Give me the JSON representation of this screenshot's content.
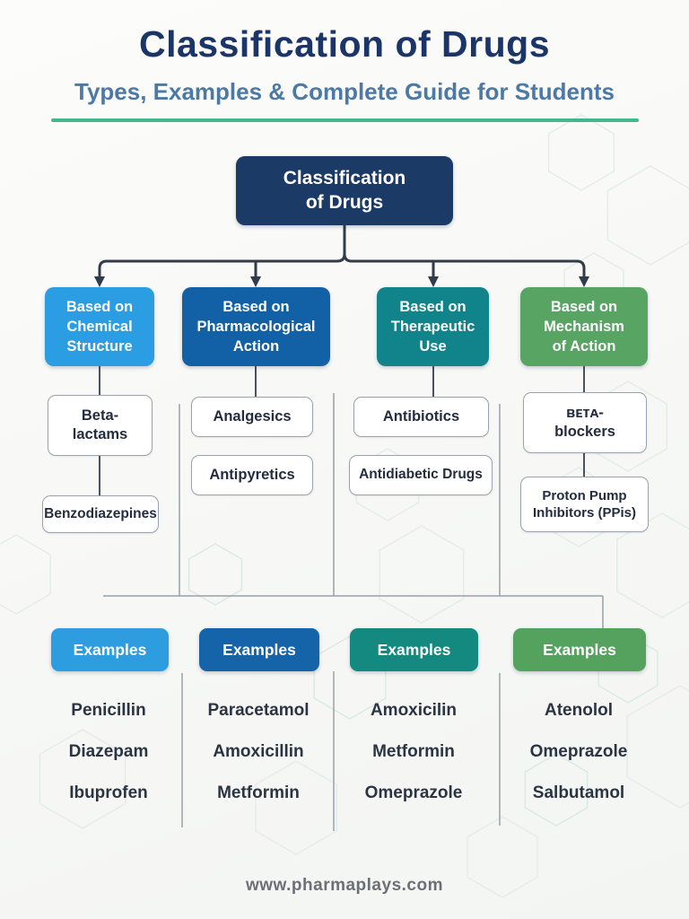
{
  "header": {
    "title": "Classification of Drugs",
    "subtitle": "Types, Examples & Complete Guide for Students",
    "underline_color": "#43b890"
  },
  "flowchart": {
    "connector_color": "#303c4a",
    "divider_color": "#9aa0a8",
    "root": {
      "label": "Classification\nof Drugs",
      "color": "#1b3a66"
    },
    "branches": [
      {
        "label": "Based on\nChemical\nStructure",
        "color": "#2b9de2",
        "children": [
          "Beta-\nlactams",
          "Benzodiazepines"
        ],
        "examples_label": "Examples",
        "examples_color": "#2d9de0",
        "examples": [
          "Penicillin",
          "Diazepam",
          "Ibuprofen"
        ]
      },
      {
        "label": "Based on\nPharmacological\nAction",
        "color": "#1261a6",
        "children": [
          "Analgesics",
          "Antipyretics"
        ],
        "examples_label": "Examples",
        "examples_color": "#1563a8",
        "examples": [
          "Paracetamol",
          "Amoxicillin",
          "Metformin"
        ]
      },
      {
        "label": "Based on\nTherapeutic\nUse",
        "color": "#11838a",
        "children": [
          "Antibiotics",
          "Antidiabetic Drugs"
        ],
        "examples_label": "Examples",
        "examples_color": "#13897f",
        "examples": [
          "Amoxicilin",
          "Metformin",
          "Omeprazole"
        ]
      },
      {
        "label": "Based on\nMechanism\nof Action",
        "color": "#57a463",
        "children": [
          "ʙᴇᴛᴀ-\nblockers",
          "Proton Pump\nInhibitors (PPis)"
        ],
        "examples_label": "Examples",
        "examples_color": "#55a25f",
        "examples": [
          "Atenolol",
          "Omeprazole",
          "Salbutamol"
        ]
      }
    ]
  },
  "footer": {
    "website": "www.pharmaplays.com"
  }
}
